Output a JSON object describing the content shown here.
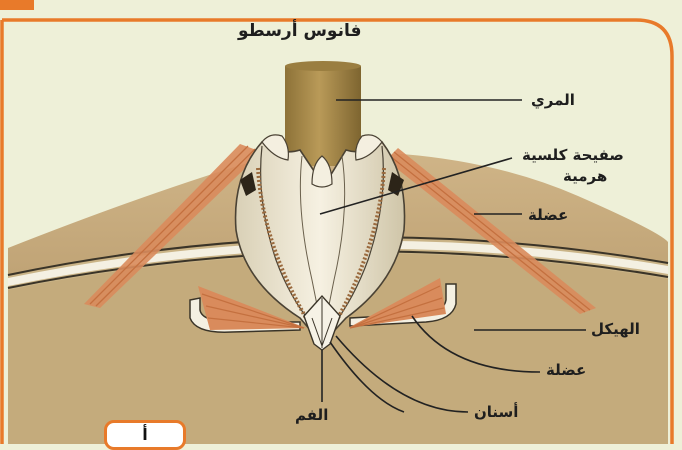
{
  "diagram": {
    "title": "فانوس أرسطو",
    "labels": {
      "esophagus": "المري",
      "plate_line1": "صفيحة كلسية",
      "plate_line2": "هرمية",
      "muscle_upper": "عضلة",
      "skeleton": "الهيكل",
      "muscle_lower": "عضلة",
      "teeth": "أسنان",
      "mouth": "الفم"
    }
  },
  "tab": {
    "label": "أ"
  },
  "colors": {
    "frame_orange": "#e87a2a",
    "body_tan": "#c8ad7f",
    "plate_white": "#f2ecd9",
    "muscle_orange": "#d98b5c",
    "esophagus_brown": "#a78a4a"
  }
}
